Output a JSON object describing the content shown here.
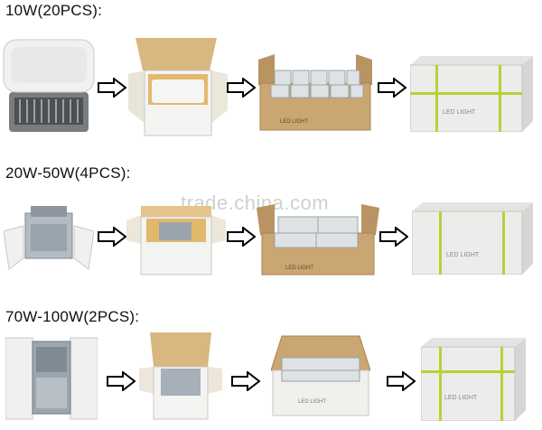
{
  "rows": [
    {
      "title": "10W(20PCS):"
    },
    {
      "title": "20W-50W(4PCS):"
    },
    {
      "title": "70W-100W(2PCS):"
    }
  ],
  "watermark": "trade.china.com",
  "carton_print": "LED LIGHT",
  "icons": {
    "arrow": "right-arrow-icon"
  },
  "colors": {
    "cardboard": "#c9a672",
    "cardboard_dark": "#a9834d",
    "foam": "#eef0f2",
    "strap": "#b5d335"
  }
}
